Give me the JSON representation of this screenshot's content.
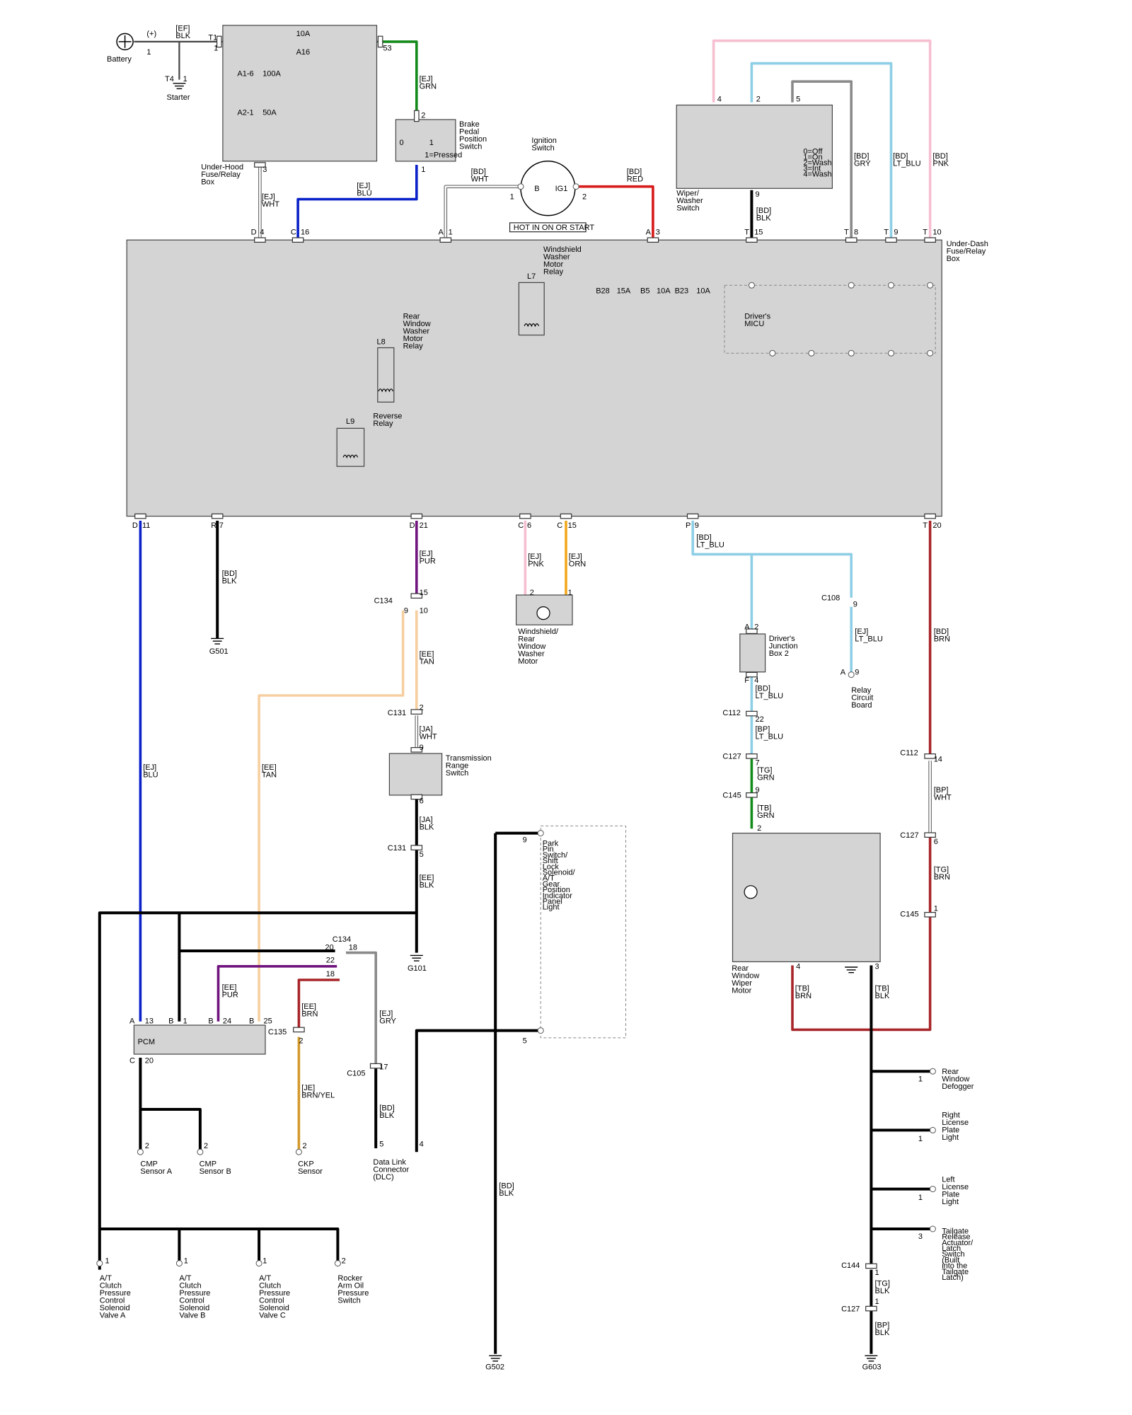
{
  "colors": {
    "BLK": "#000000",
    "BLU": "#0a22c8",
    "GRN": "#138a1a",
    "RED": "#d81c1c",
    "PNK": "#f6bfd0",
    "LT_BLU": "#8ecfe6",
    "GRY": "#8a8a8a",
    "PUR": "#70147e",
    "ORN": "#f2a81c",
    "TAN": "#f6cfa0",
    "BRN": "#a8262a",
    "WHT": "#ffffff",
    "BRN_YEL": "#d39a2e",
    "BOX": "#d4d4d4"
  },
  "top": {
    "battery": "Battery",
    "battery_pol": "(+)",
    "battery_pin": "1",
    "ef_blk": "[EF]\nBLK",
    "t1": "T1",
    "t1_pin": "1",
    "t4": "T4",
    "t4_pin": "1",
    "starter": "Starter",
    "fuse_a16_amp": "10A",
    "fuse_a16": "A16",
    "pin53": "53",
    "fuse_a1_6": "A1-6",
    "amp100": "100A",
    "fuse_a2_1": "A2-1",
    "amp50": "50A",
    "pin3": "3",
    "underhood": "Under-Hood\nFuse/Relay\nBox",
    "ej_grn": "[EJ]\nGRN",
    "bpp_switch": "Brake\nPedal\nPosition\nSwitch",
    "bpp_pin2": "2",
    "bpp_pin1": "1",
    "bpp_0": "0",
    "bpp_1": "1",
    "bpp_pressed": "1=Pressed",
    "ej_wht": "[EJ]\nWHT",
    "ej_blu": "[EJ]\nBLU",
    "bd_wht": "[BD]\nWHT",
    "ign_switch": "Ignition\nSwitch",
    "ign_b": "B",
    "ign_ig1": "IG1",
    "ign_pin1": "1",
    "ign_pin2": "2",
    "bd_red": "[BD]\nRED",
    "hot_on": "HOT IN ON OR START",
    "wiper_switch": "Wiper/\nWasher\nSwitch",
    "ws_pin4": "4",
    "ws_pin2": "2",
    "ws_pin5": "5",
    "ws_pin9": "9",
    "ws_legend": "0=Off\n1=On\n2=Wash\n3=Int\n4=Wash",
    "bd_blk": "[BD]\nBLK",
    "bd_gry": "[BD]\nGRY",
    "bd_ltblu": "[BD]\nLT_BLU",
    "bd_pnk": "[BD]\nPNK"
  },
  "udb": {
    "title": "Under-Dash\nFuse/Relay\nBox",
    "d4": "D",
    "d4p": "4",
    "c16": "C",
    "c16p": "16",
    "a1": "A",
    "a1p": "1",
    "a3": "A",
    "a3p": "3",
    "t15": "T",
    "t15p": "15",
    "t8": "T",
    "t8p": "8",
    "t9": "T",
    "t9p": "9",
    "t10": "T",
    "t10p": "10",
    "l7_label": "Windshield\nWasher\nMotor\nRelay",
    "l7": "L7",
    "l8_label": "Rear\nWindow\nWasher\nMotor\nRelay",
    "l8": "L8",
    "l9_label": "Reverse\nRelay",
    "l9": "L9",
    "b28": "B28",
    "b28a": "15A",
    "b5": "B5",
    "b5a": "10A",
    "b23": "B23",
    "b23a": "10A",
    "micu": "Driver's\nMICU",
    "d11": "D",
    "d11p": "11",
    "r7": "R",
    "r7p": "7",
    "d21": "D",
    "d21p": "21",
    "c6": "C",
    "c6p": "6",
    "c15": "C",
    "c15p": "15",
    "p9": "P",
    "p9p": "9",
    "t20": "T",
    "t20p": "20"
  },
  "mid": {
    "bd_blk_g501": "[BD]\nBLK",
    "g501": "G501",
    "ej_pur": "[EJ]\nPUR",
    "c134": "C134",
    "c134_15": "15",
    "c134_9": "9",
    "c134_10": "10",
    "ee_tan": "[EE]\nTAN",
    "c131_2": "2",
    "c131": "C131",
    "ja_wht": "[JA]\nWHT",
    "trs_9": "9",
    "trs": "Transmission\nRange\nSwitch",
    "trs_6": "6",
    "ja_blk": "[JA]\nBLK",
    "c131b": "C131",
    "c131_5": "5",
    "ee_blk": "[EE]\nBLK",
    "g101": "G101",
    "ej_pnk": "[EJ]\nPNK",
    "ej_orn": "[EJ]\nORN",
    "mot_2": "2",
    "mot_1": "1",
    "washer_motor": "Windshield/\nRear\nWindow\nWasher\nMotor",
    "bd_ltblu": "[BD]\nLT_BLU",
    "c108": "C108",
    "c108_9": "9",
    "ej_ltblu": "[EJ]\nLT_BLU",
    "rcb_a": "A",
    "rcb_9": "9",
    "relay_board": "Relay\nCircuit\nBoard",
    "djb_a": "A",
    "djb_2": "2",
    "djb": "Driver's\nJunction\nBox 2",
    "djb_f": "F",
    "djb_4": "4",
    "bd_ltblu2": "[BD]\nLT_BLU",
    "c112": "C112",
    "c112_22": "22",
    "bp_ltblu": "[BP]\nLT_BLU",
    "c127": "C127",
    "c127_7": "7",
    "tg_grn": "[TG]\nGRN",
    "c145": "C145",
    "c145_9": "9",
    "tb_grn": "[TB]\nGRN",
    "rwm_2": "2",
    "bd_brn": "[BD]\nBRN",
    "c112b": "C112",
    "c112_14": "14",
    "bp_wht": "[BP]\nWHT",
    "c127b": "C127",
    "c127_6": "6",
    "tg_brn": "[TG]\nBRN",
    "c145b": "C145",
    "c145_1": "1",
    "ej_blu": "[EJ]\nBLU",
    "ee_tan2": "[EE]\nTAN"
  },
  "bottom": {
    "c134b": "C134",
    "c134_20": "20",
    "c134_18": "18",
    "c134_22": "22",
    "c134_18b": "18",
    "ee_pur": "[EE]\nPUR",
    "ee_brn": "[EE]\nBRN",
    "ej_gry": "[EJ]\nGRY",
    "pcm": "PCM",
    "pcm_a": "A",
    "pcm_13": "13",
    "pcm_b": "B",
    "pcm_1": "1",
    "pcm_b2": "B",
    "pcm_24": "24",
    "pcm_b3": "B",
    "pcm_25": "25",
    "pcm_c": "C",
    "pcm_20": "20",
    "c135": "C135",
    "c135_2": "2",
    "je_brnyel": "[JE]\nBRN/YEL",
    "c105": "C105",
    "c105_17": "17",
    "bd_blk2": "[BD]\nBLK",
    "cmp_a_pin": "2",
    "cmp_a": "CMP\nSensor A",
    "cmp_b_pin": "2",
    "cmp_b": "CMP\nSensor B",
    "ckp_pin": "2",
    "ckp": "CKP\nSensor",
    "dlc_5": "5",
    "dlc_4": "4",
    "dlc": "Data Link\nConnector\n(DLC)",
    "park_9": "9",
    "park_5": "5",
    "park": "Park\nPin\nSwitch/\nShift\nLock\nSolenoid/\nA/T\nGear\nPosition\nIndicator\nPanel\nLight",
    "bd_blk_g502": "[BD]\nBLK",
    "g502": "G502",
    "sa_pin": "1",
    "sa": "A/T\nClutch\nPressure\nControl\nSolenoid\nValve A",
    "sb_pin": "1",
    "sb": "A/T\nClutch\nPressure\nControl\nSolenoid\nValve B",
    "sc_pin": "1",
    "sc": "A/T\nClutch\nPressure\nControl\nSolenoid\nValve C",
    "rocker_pin": "2",
    "rocker": "Rocker\nArm Oil\nPressure\nSwitch",
    "rwm": "Rear\nWindow\nWiper\nMotor",
    "rwm_4": "4",
    "rwm_3": "3",
    "tb_brn": "[TB]\nBRN",
    "tb_blk": "[TB]\nBLK",
    "defog_pin": "1",
    "defog": "Rear\nWindow\nDefogger",
    "rlp_pin": "1",
    "rlp": "Right\nLicense\nPlate\nLight",
    "llp_pin": "1",
    "llp": "Left\nLicense\nPlate\nLight",
    "tail_pin": "3",
    "tail": "Tailgate\nRelease\nActuator/\nLatch\nSwitch\n(Built\ninto the\nTailgate\nLatch)",
    "c144": "C144",
    "c144_1": "1",
    "tg_blk": "[TG]\nBLK",
    "c127c": "C127",
    "c127_1": "1",
    "bp_blk": "[BP]\nBLK",
    "g603": "G603"
  }
}
